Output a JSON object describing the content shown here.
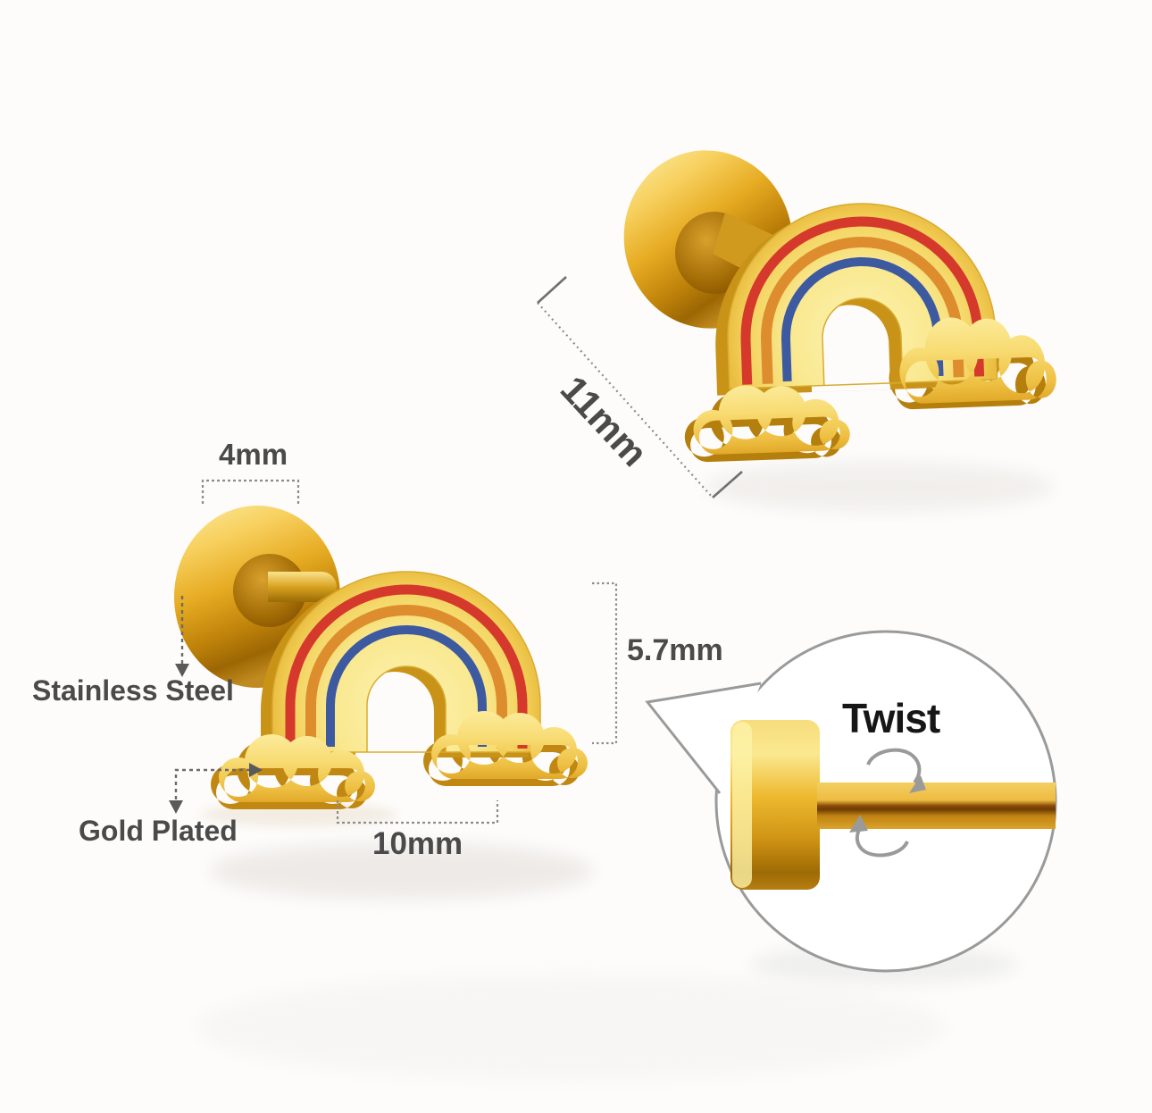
{
  "product": {
    "kind": "rainbow stud earring dimension diagram",
    "views": {
      "perspective": "earring three-quarter view",
      "side": "earring side view",
      "inset": "magnified flat screw-back and post"
    }
  },
  "annotations": {
    "disc_width": {
      "label": "4mm"
    },
    "overall_length": {
      "label": "11mm"
    },
    "charm_height": {
      "label": "5.7mm"
    },
    "charm_width": {
      "label": "10mm"
    },
    "material": {
      "label": "Stainless Steel"
    },
    "plating": {
      "label": "Gold Plated"
    },
    "mechanism": {
      "label": "Twist"
    }
  },
  "colors": {
    "background": "#fdfcfb",
    "gold_light": "#fdf0a8",
    "gold_mid": "#eabd3f",
    "gold_dark": "#9c6603",
    "gold_extrusion": "#c08812",
    "enamel_red": "#d4392b",
    "enamel_orange": "#de8d2e",
    "enamel_blue": "#3d5aa0",
    "dimension_line_gray": "#8c8c8c",
    "label_gray": "#4a4a4a",
    "twist_black": "#161616",
    "inset_outline_gray": "#9a9a9a"
  }
}
